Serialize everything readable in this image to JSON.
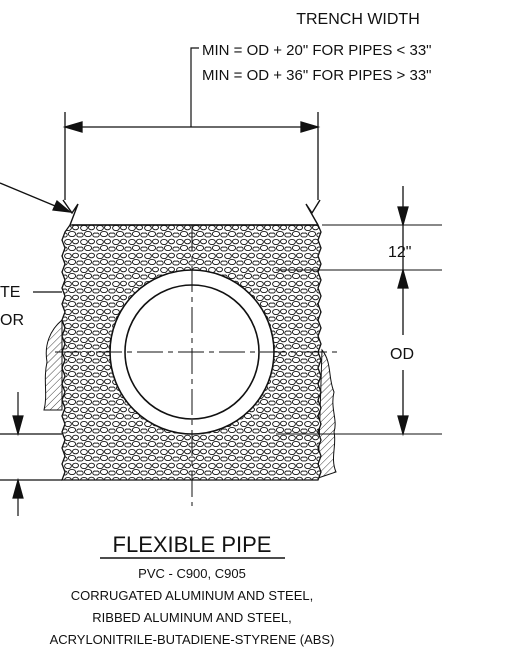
{
  "header": {
    "trench_width": "TRENCH WIDTH",
    "min_small": "MIN = OD + 20\" FOR PIPES < 33\"",
    "min_large": "MIN = OD + 36\" FOR PIPES > 33\""
  },
  "labels": {
    "partial_top": "TE",
    "partial_bottom": "OR",
    "cover_depth": "12\"",
    "od": "OD"
  },
  "footer": {
    "title": "FLEXIBLE PIPE",
    "line1": "PVC - C900, C905",
    "line2": "CORRUGATED ALUMINUM AND STEEL,",
    "line3": "RIBBED ALUMINUM AND STEEL,",
    "line4": "ACRYLONITRILE-BUTADIENE-STYRENE (ABS)"
  },
  "colors": {
    "ink": "#111111",
    "paper": "#ffffff"
  }
}
